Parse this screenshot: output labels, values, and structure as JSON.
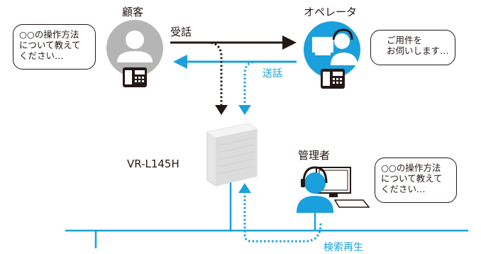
{
  "customer": {
    "label": "顧客",
    "bubble": "○○の操作方法\nについて教えて\nください…"
  },
  "operator": {
    "label": "オペレータ",
    "bubble": "ご用件を\nお伺いします…"
  },
  "admin": {
    "label": "管理者",
    "bubble": "○○の操作方法\nについて教えて\nください…"
  },
  "flows": {
    "receive": "受話",
    "send": "送話",
    "search_playback": "検索再生"
  },
  "device": {
    "model": "VR-L145H"
  },
  "colors": {
    "blue": "#1aa0dc",
    "dark": "#231815",
    "gray": "#b5b5b6"
  }
}
